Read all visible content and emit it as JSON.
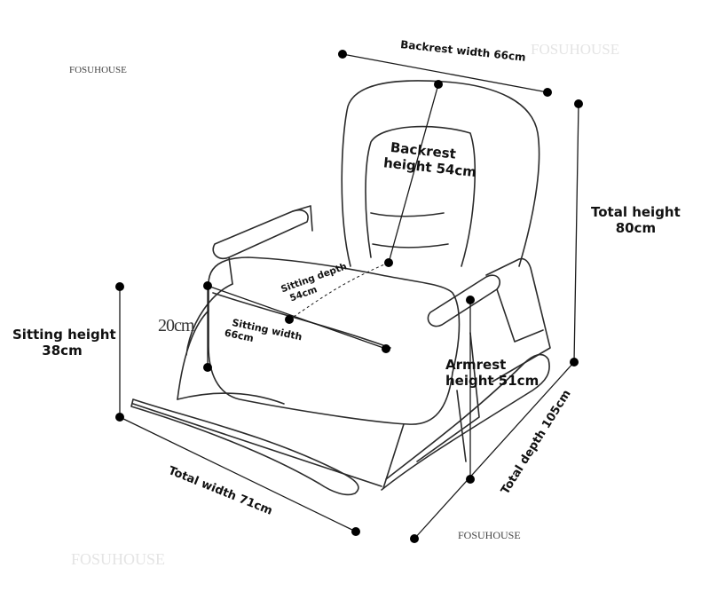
{
  "brand": {
    "watermark_top_left": "FOSUHOUSE",
    "watermark_top_right": "FOSUHOUSE",
    "watermark_bottom_center": "FOSUHOUSE",
    "watermark_bottom_left": "FOSUHOUSE"
  },
  "dimensions": {
    "backrest_width": "Backrest width 66cm",
    "backrest_height_line1": "Backrest",
    "backrest_height_line2": "height 54cm",
    "total_height_line1": "Total height",
    "total_height_line2": "80cm",
    "sitting_depth_line1": "Sitting depth",
    "sitting_depth_line2": "54cm",
    "sitting_width_line1": "Sitting width",
    "sitting_width_line2": "66cm",
    "cushion_thickness": "20cm",
    "sitting_height_line1": "Sitting height",
    "sitting_height_line2": "38cm",
    "armrest_height_line1": "Armrest",
    "armrest_height_line2": "height 51cm",
    "total_depth": "Total depth 105cm",
    "total_width": "Total width 71cm"
  },
  "colors": {
    "ink": "#1a1a1a",
    "chair_line": "#2b2b2b",
    "watermark_light": "#e4e4e4",
    "watermark_dark": "#444444"
  }
}
